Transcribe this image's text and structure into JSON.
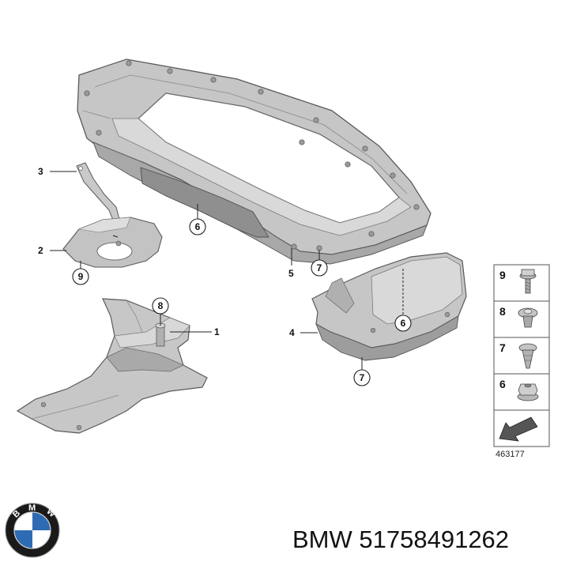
{
  "diagram": {
    "part_callouts": [
      {
        "id": "label-3",
        "text": "3"
      },
      {
        "id": "label-2",
        "text": "2"
      },
      {
        "id": "label-1",
        "text": "1"
      },
      {
        "id": "label-4",
        "text": "4"
      },
      {
        "id": "label-5",
        "text": "5"
      }
    ],
    "circle_callouts": [
      {
        "id": "circle-6a",
        "text": "6"
      },
      {
        "id": "circle-7a",
        "text": "7"
      },
      {
        "id": "circle-9a",
        "text": "9"
      },
      {
        "id": "circle-8a",
        "text": "8"
      },
      {
        "id": "circle-6b",
        "text": "6"
      },
      {
        "id": "circle-7b",
        "text": "7"
      }
    ],
    "legend": [
      {
        "number": "9",
        "icon": "bolt-washer-icon"
      },
      {
        "number": "8",
        "icon": "expanding-rivet-icon"
      },
      {
        "number": "7",
        "icon": "plastic-clip-icon"
      },
      {
        "number": "6",
        "icon": "hex-nut-icon"
      },
      {
        "number": "",
        "icon": "arrow-direction-icon"
      }
    ],
    "diagram_number": "463177"
  },
  "caption": {
    "brand": "BMW",
    "part_number": "51758491262"
  },
  "logo": {
    "letters": [
      "B",
      "M",
      "W"
    ],
    "colors": {
      "ring": "#1a1a1a",
      "blue": "#2f6bb3",
      "white": "#ffffff"
    }
  },
  "colors": {
    "part_fill": "#c9c9c9",
    "part_dark": "#a3a3a3",
    "part_light": "#e4e4e4",
    "outline": "#5a5a5a",
    "leader": "#222222"
  }
}
